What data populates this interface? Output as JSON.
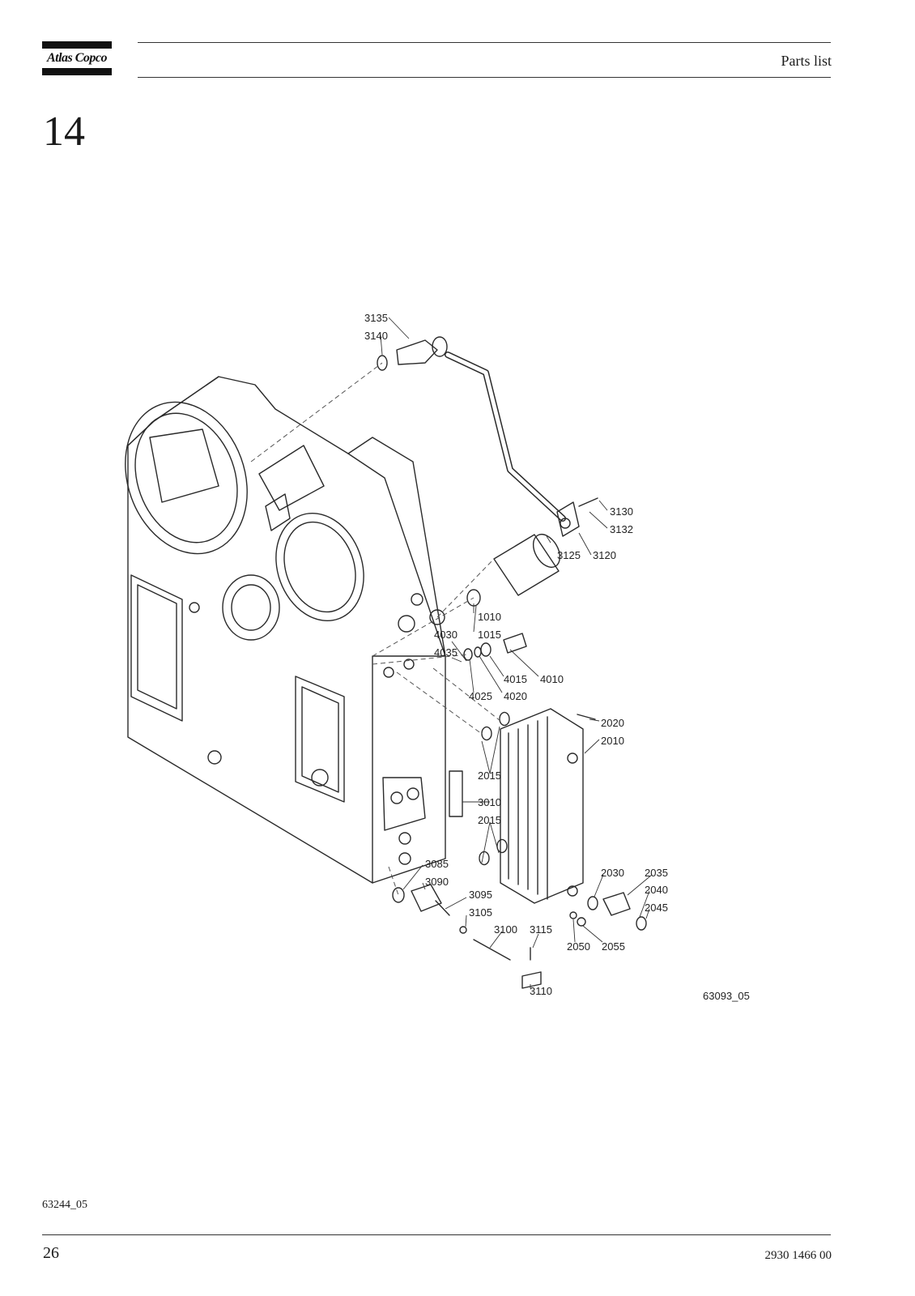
{
  "header": {
    "brand": "Atlas Copco",
    "title": "Parts list"
  },
  "chapter_number": "14",
  "diagram": {
    "figure_id": "63093_05",
    "callouts": [
      "3135",
      "3140",
      "3130",
      "3132",
      "3125",
      "3120",
      "1010",
      "1015",
      "4030",
      "4035",
      "4015",
      "4010",
      "4025",
      "4020",
      "2020",
      "2010",
      "2015",
      "3010",
      "2015",
      "3085",
      "3090",
      "3095",
      "3105",
      "3100",
      "3115",
      "3110",
      "2030",
      "2035",
      "2040",
      "2045",
      "2050",
      "2055"
    ]
  },
  "footer": {
    "ref_code": "63244_05",
    "page_number": "26",
    "doc_number": "2930 1466 00"
  }
}
